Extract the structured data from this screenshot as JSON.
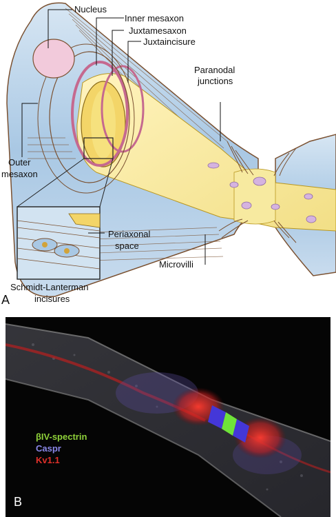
{
  "panel_a": {
    "letter": "A",
    "labels": {
      "nucleus": "Nucleus",
      "inner_mesaxon": "Inner mesaxon",
      "juxtamesaxon": "Juxtamesaxon",
      "juxtaincisure": "Juxtaincisure",
      "paranodal_1": "Paranodal",
      "paranodal_2": "junctions",
      "outer_1": "Outer",
      "outer_2": "mesaxon",
      "periaxonal_1": "Periaxonal",
      "periaxonal_2": "space",
      "microvilli": "Microvilli",
      "schmidt_1": "Schmidt-Lanterman",
      "schmidt_2": "incisures"
    }
  },
  "panel_b": {
    "letter": "B",
    "legend": [
      {
        "text": "βIV-spectrin",
        "color": "#8fd13a"
      },
      {
        "text": "Caspr",
        "color": "#8a87e8"
      },
      {
        "text": "Kv1.1",
        "color": "#e0302a"
      }
    ]
  },
  "colors": {
    "myelin": "#b9d4ea",
    "myelin_edge": "#7a5030",
    "axon": "#f6e79a",
    "nucleus": "#f0c9d8",
    "node_fill": "#d9b6df"
  }
}
